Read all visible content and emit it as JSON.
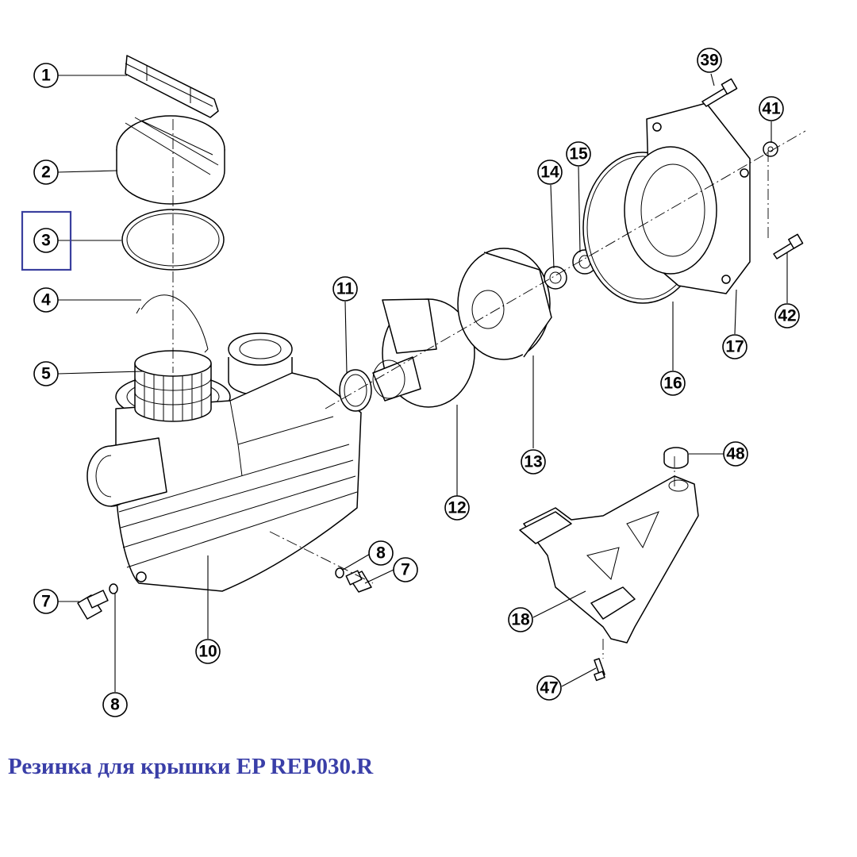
{
  "caption": "Резинка для крышки EP REP030.R",
  "highlighted_part": "3",
  "colors": {
    "caption": "#3a3fa8",
    "highlight_box": "#3a3f9e",
    "lines": "#000000"
  },
  "callouts": [
    {
      "id": "c1",
      "label": "1"
    },
    {
      "id": "c2",
      "label": "2"
    },
    {
      "id": "c3",
      "label": "3"
    },
    {
      "id": "c4",
      "label": "4"
    },
    {
      "id": "c5",
      "label": "5"
    },
    {
      "id": "c7a",
      "label": "7"
    },
    {
      "id": "c8a",
      "label": "8"
    },
    {
      "id": "c10",
      "label": "10"
    },
    {
      "id": "c8b",
      "label": "8"
    },
    {
      "id": "c7b",
      "label": "7"
    },
    {
      "id": "c11",
      "label": "11"
    },
    {
      "id": "c12",
      "label": "12"
    },
    {
      "id": "c13",
      "label": "13"
    },
    {
      "id": "c14",
      "label": "14"
    },
    {
      "id": "c15",
      "label": "15"
    },
    {
      "id": "c16",
      "label": "16"
    },
    {
      "id": "c17",
      "label": "17"
    },
    {
      "id": "c39",
      "label": "39"
    },
    {
      "id": "c41",
      "label": "41"
    },
    {
      "id": "c42",
      "label": "42"
    },
    {
      "id": "c48",
      "label": "48"
    },
    {
      "id": "c18",
      "label": "18"
    },
    {
      "id": "c47",
      "label": "47"
    }
  ]
}
